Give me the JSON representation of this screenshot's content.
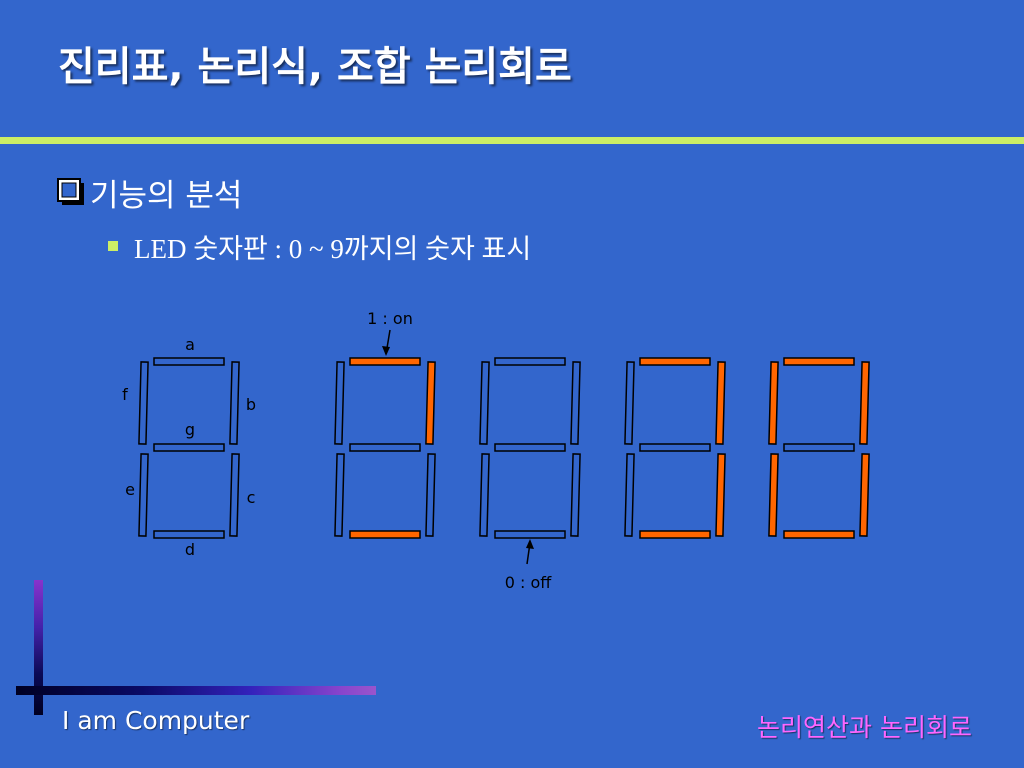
{
  "slide": {
    "title": "진리표, 논리식, 조합 논리회로",
    "bullet_level1": "기능의 분석",
    "bullet_level2": "LED 숫자판 : 0 ~ 9까지의 숫자 표시",
    "footer_left": "I am Computer",
    "footer_right": "논리연산과 논리회로"
  },
  "diagram": {
    "segment_labels": {
      "a": "a",
      "b": "b",
      "c": "c",
      "d": "d",
      "e": "e",
      "f": "f",
      "g": "g"
    },
    "on_label": "1 : on",
    "off_label": "0 : off",
    "digits": [
      {
        "name": "digit-2",
        "segments": {
          "a": 1,
          "b": 1,
          "c": 0,
          "d": 1,
          "e": 0,
          "f": 0,
          "g": 0
        }
      },
      {
        "name": "digit-blank",
        "segments": {
          "a": 0,
          "b": 0,
          "c": 0,
          "d": 0,
          "e": 0,
          "f": 0,
          "g": 0
        }
      },
      {
        "name": "digit-3",
        "segments": {
          "a": 1,
          "b": 1,
          "c": 1,
          "d": 1,
          "e": 0,
          "f": 0,
          "g": 0
        }
      },
      {
        "name": "digit-0",
        "segments": {
          "a": 1,
          "b": 1,
          "c": 1,
          "d": 1,
          "e": 1,
          "f": 1,
          "g": 0
        }
      }
    ]
  },
  "colors": {
    "background": "#3366cc",
    "accent_rule": "#ccee66",
    "segment_on": "#ff6600",
    "segment_off": "#3366cc",
    "outline": "#000000",
    "footer_right_text": "#ff66ff"
  }
}
